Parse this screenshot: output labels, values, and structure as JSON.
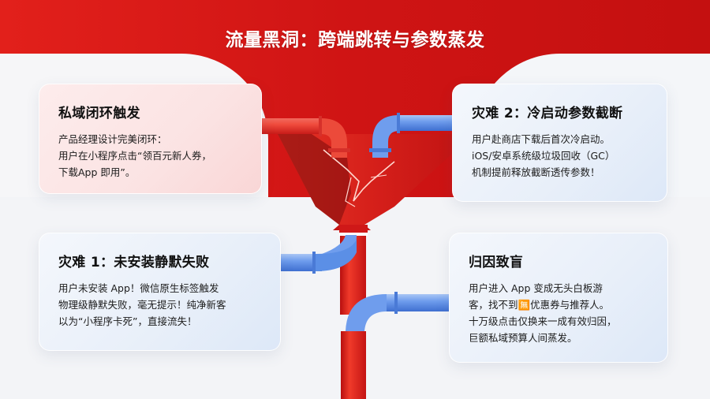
{
  "title": "流量黑洞：跨端跳转与参数蒸发",
  "colors": {
    "brand_red": "#d7191a",
    "pipe_red": "#e2301f",
    "pipe_blue": "#5b8fe6",
    "text_dark": "#111111"
  },
  "cards": {
    "top_left": {
      "heading": "私域闭环触发",
      "body": "产品经理设计完美闭环：\n用户在小程序点击“领百元新人券，\n下载App 即用”。"
    },
    "top_right": {
      "heading": "灾难 2：冷启动参数截断",
      "body": "用户赴商店下载后首次冷启动。\niOS/安卓系统级垃圾回收（GC）\n机制提前释放截断透传参数！"
    },
    "bottom_left": {
      "heading": "灾难 1：未安装静默失败",
      "body": "用户未安装 App！微信原生标签触发\n物理级静默失败，毫无提示！纯净新客\n以为“小程序卡死”，直接流失！"
    },
    "bottom_right": {
      "heading": "归因致盲",
      "body": "用户进入 App 变成无头白板游\n客，找不到🈚优惠券与推荐人。\n十万级点击仅换来一成有效归因，\n巨额私域预算人间蒸发。"
    }
  },
  "icons": {
    "funnel": "cracked-funnel-icon",
    "pipe_red": "red-pipe-icon",
    "pipe_blue": "blue-pipe-icon"
  }
}
